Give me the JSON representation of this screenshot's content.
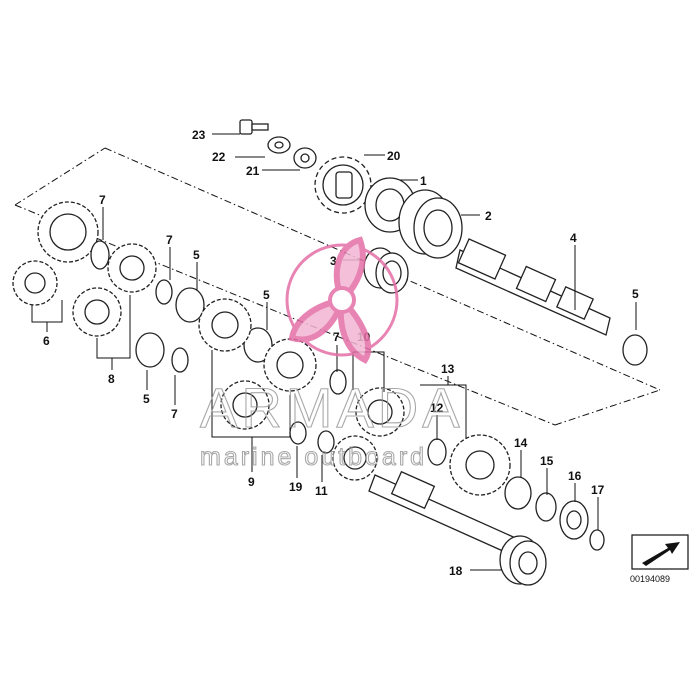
{
  "diagram": {
    "callouts": {
      "c1": "1",
      "c2": "2",
      "c3": "3",
      "c4": "4",
      "c5a": "5",
      "c5b": "5",
      "c5c": "5",
      "c5d": "5",
      "c6": "6",
      "c7a": "7",
      "c7b": "7",
      "c7c": "7",
      "c7d": "7",
      "c8": "8",
      "c9": "9",
      "c10": "10",
      "c11": "11",
      "c12": "12",
      "c13": "13",
      "c14": "14",
      "c15": "15",
      "c16": "16",
      "c17": "17",
      "c18": "18",
      "c19": "19",
      "c20": "20",
      "c21": "21",
      "c22": "22",
      "c23": "23"
    },
    "reference_number": "00194089"
  },
  "watermark": {
    "brand": "ARMADA",
    "tagline": "marine outboard",
    "colors": {
      "logo": "#e46fa6",
      "text": "#9a9a9a"
    }
  }
}
